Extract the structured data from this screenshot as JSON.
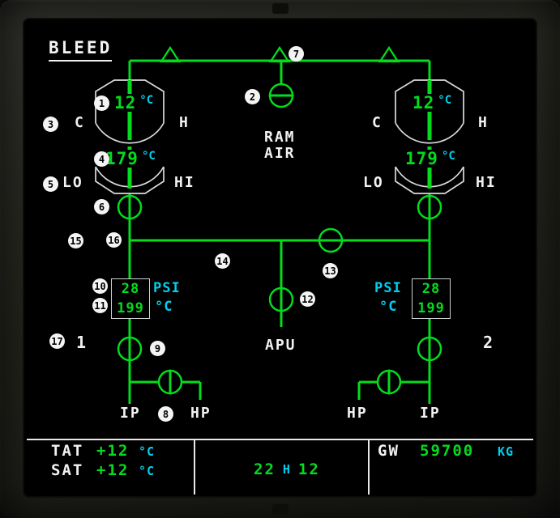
{
  "title": "BLEED",
  "colors": {
    "green": "#04db1e",
    "cyan": "#00cfef",
    "white": "#f2f2f2"
  },
  "left_precooler": {
    "outlet_temp": "12",
    "outlet_unit": "°C",
    "inlet_temp": "179",
    "inlet_unit": "°C",
    "cold_label": "C",
    "hot_label": "H",
    "low_label": "LO",
    "high_label": "HI"
  },
  "right_precooler": {
    "outlet_temp": "12",
    "outlet_unit": "°C",
    "inlet_temp": "179",
    "inlet_unit": "°C",
    "cold_label": "C",
    "hot_label": "H",
    "low_label": "LO",
    "high_label": "HI"
  },
  "ram_air": {
    "line1": "RAM",
    "line2": "AIR"
  },
  "apu": {
    "label": "APU"
  },
  "left_bleed_gauge": {
    "pressure_value": "28",
    "pressure_unit": "PSI",
    "temp_value": "199",
    "temp_unit": "°C"
  },
  "right_bleed_gauge": {
    "pressure_unit": "PSI",
    "pressure_value": "28",
    "temp_unit": "°C",
    "temp_value": "199"
  },
  "engine_left": {
    "number": "1",
    "ip_label": "IP",
    "hp_label": "HP"
  },
  "engine_right": {
    "number": "2",
    "hp_label": "HP",
    "ip_label": "IP"
  },
  "callouts": [
    "1",
    "2",
    "3",
    "4",
    "5",
    "6",
    "7",
    "8",
    "9",
    "10",
    "11",
    "12",
    "13",
    "14",
    "15",
    "16",
    "17"
  ],
  "footer": {
    "tat_label": "TAT",
    "tat_value": "+12",
    "tat_unit": "°C",
    "sat_label": "SAT",
    "sat_value": "+12",
    "sat_unit": "°C",
    "time_hours": "22",
    "time_separator": "H",
    "time_minutes": "12",
    "gw_label": "GW",
    "gw_value": "59700",
    "gw_unit": "KG"
  }
}
